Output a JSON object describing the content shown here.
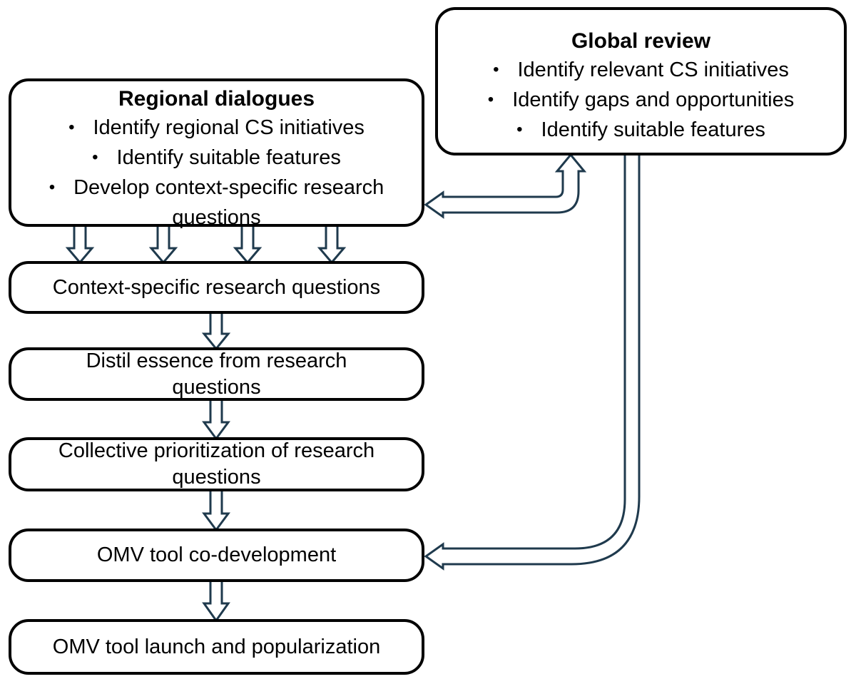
{
  "diagram": {
    "bullet_char": "•",
    "colors": {
      "background": "#ffffff",
      "box_border": "#000000",
      "box_fill": "#ffffff",
      "arrow_stroke": "#1f3a4d",
      "arrow_fill": "#ffffff",
      "text": "#000000"
    },
    "global_review": {
      "title": "Global review",
      "bullets": [
        "Identify relevant CS initiatives",
        "Identify gaps and opportunities",
        "Identify suitable features"
      ]
    },
    "regional_dialogues": {
      "title": "Regional dialogues",
      "bullets": [
        "Identify regional CS initiatives",
        "Identify suitable features",
        "Develop context-specific research questions"
      ]
    },
    "flow_boxes": [
      {
        "label": "Context-specific research questions"
      },
      {
        "label": "Distil essence from research questions",
        "lines": [
          "Distil essence from research",
          "questions"
        ]
      },
      {
        "label": "Collective prioritization of research questions",
        "lines": [
          "Collective prioritization of research",
          "questions"
        ]
      },
      {
        "label": "OMV tool co-development"
      },
      {
        "label": "OMV tool launch and popularization"
      }
    ]
  }
}
